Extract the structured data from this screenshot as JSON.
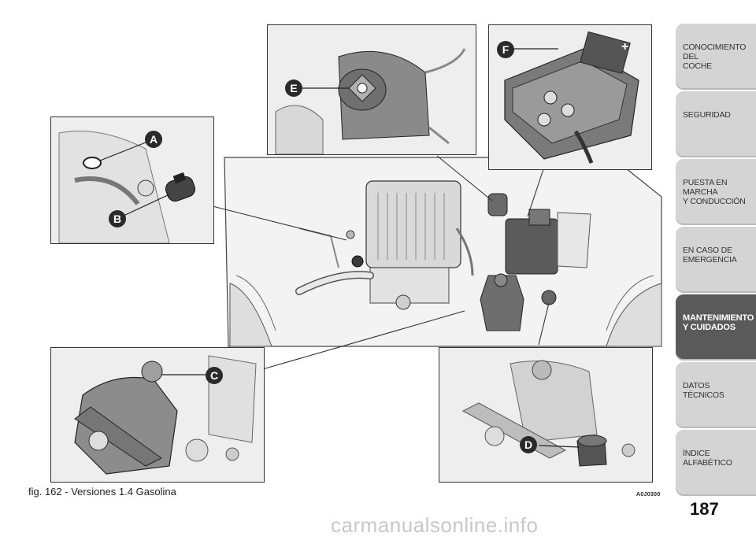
{
  "figure": {
    "caption": "fig. 162 - Versiones 1.4 Gasolina",
    "code": "A0J0300",
    "callouts": {
      "a": "A",
      "b": "B",
      "c": "C",
      "d": "D",
      "e": "E",
      "f": "F"
    },
    "battery_plus": "+"
  },
  "sidebar": {
    "items": [
      {
        "label": "CONOCIMIENTO DEL\nCOCHE"
      },
      {
        "label": "SEGURIDAD"
      },
      {
        "label": "PUESTA EN MARCHA\nY CONDUCCIÓN"
      },
      {
        "label": "EN CASO DE\nEMERGENCIA"
      },
      {
        "label": "MANTENIMIENTO\nY CUIDADOS"
      },
      {
        "label": "DATOS TÉCNICOS"
      },
      {
        "label": "ÍNDICE ALFABÉTICO"
      }
    ]
  },
  "page_number": "187",
  "watermark": "carmanualsonline.info"
}
